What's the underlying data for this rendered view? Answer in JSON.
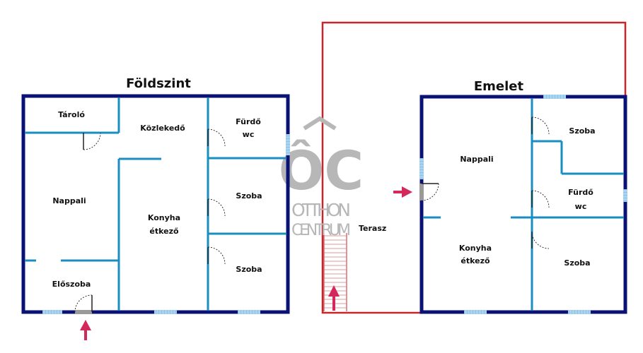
{
  "ground_floor": {
    "title": "Földszint",
    "rooms": {
      "storage": "Tároló",
      "corridor": "Közlekedő",
      "bathroom": "Fürdő",
      "bathroom_wc": "wc",
      "living": "Nappali",
      "kitchen_line1": "Konyha",
      "kitchen_line2": "étkező",
      "room1": "Szoba",
      "room2": "Szoba",
      "hall": "Előszoba"
    }
  },
  "upper_floor": {
    "title": "Emelet",
    "rooms": {
      "living": "Nappali",
      "room1": "Szoba",
      "bathroom": "Fürdő",
      "bathroom_wc": "wc",
      "kitchen_line1": "Konyha",
      "kitchen_line2": "étkező",
      "room2": "Szoba"
    }
  },
  "terrace": {
    "label": "Terasz"
  },
  "watermark": {
    "logo": "ÔC",
    "line1": "OTTHON",
    "line2": "CENTRUM"
  },
  "colors": {
    "outer_wall": "#0b1275",
    "inner_wall": "#1b8ec1",
    "window": "#a9d3ef",
    "terrace_outline": "#c9262c",
    "entry_arrow": "#d2285a",
    "watermark": "#b7b7b7"
  }
}
